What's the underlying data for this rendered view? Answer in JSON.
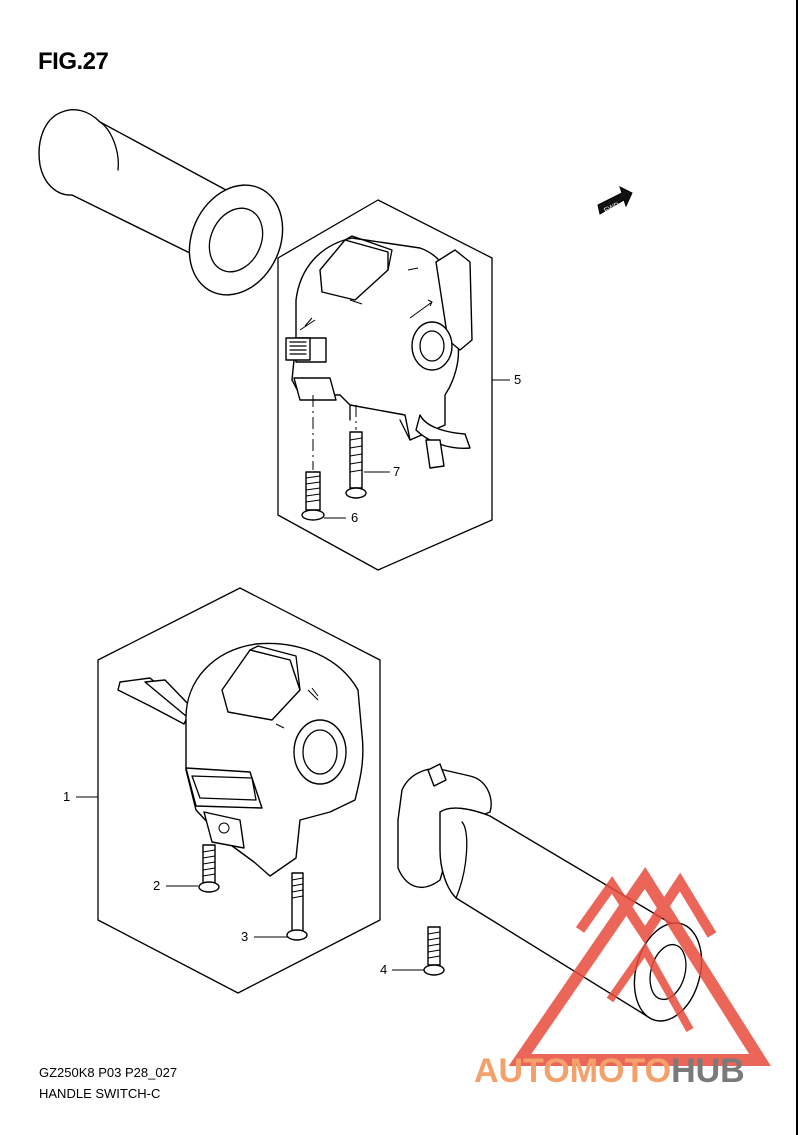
{
  "figure": {
    "title": "FIG.27",
    "model_code": "GZ250K8 P03 P28_027",
    "section_name": "HANDLE SWITCH-C",
    "fwd_label": "FWD"
  },
  "callouts": [
    {
      "number": "1"
    },
    {
      "number": "2"
    },
    {
      "number": "3"
    },
    {
      "number": "4"
    },
    {
      "number": "5"
    },
    {
      "number": "6"
    },
    {
      "number": "7"
    }
  ],
  "watermark": {
    "part1": "AUTOMOTO",
    "part2": "HUB",
    "color_primary": "#f4a06a",
    "color_secondary": "#7a7a7a",
    "color_logo": "#e84b3c"
  }
}
